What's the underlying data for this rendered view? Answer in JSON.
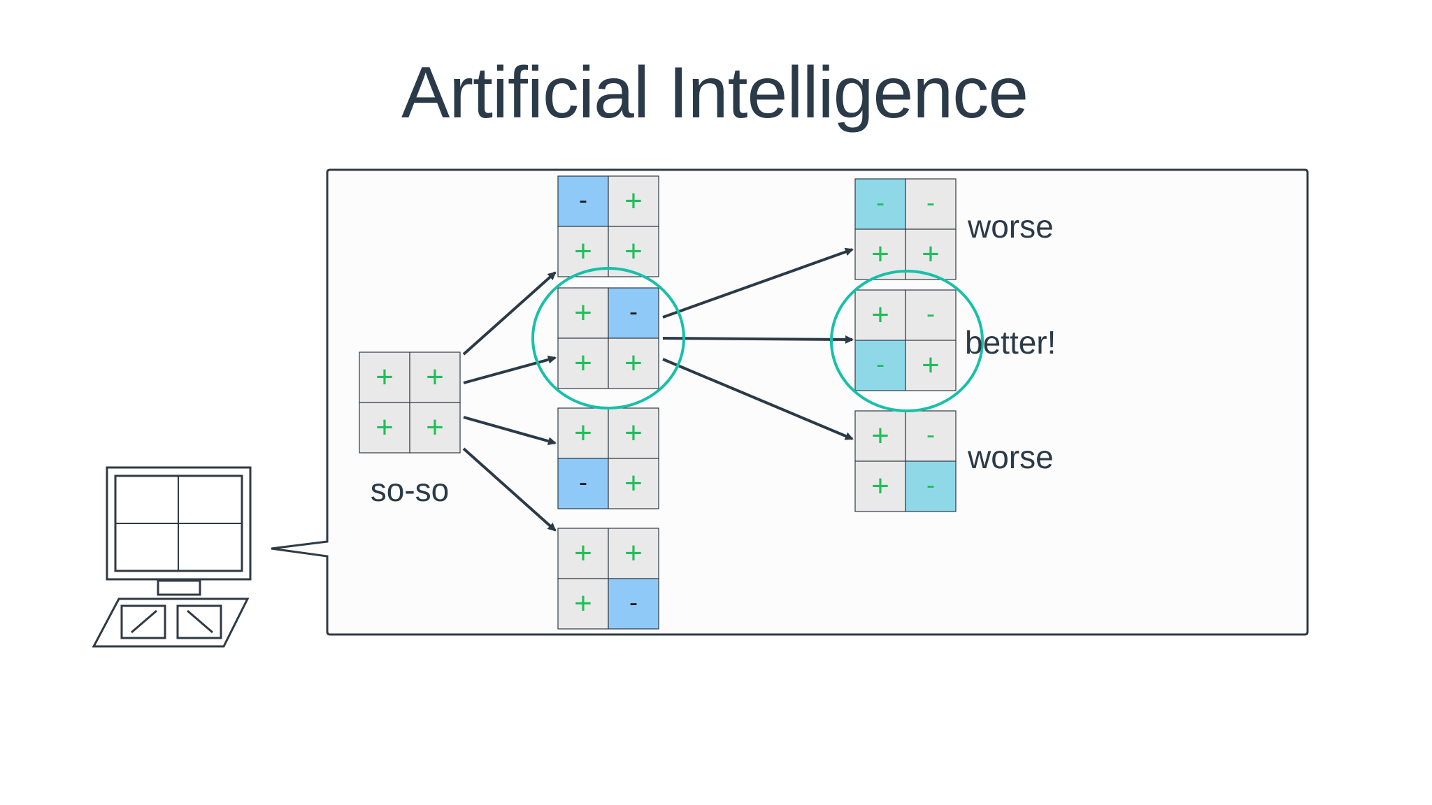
{
  "slide": {
    "title": "Artificial Intelligence"
  },
  "colors": {
    "text": "#2b3a48",
    "cell_bg": "#e9e9e9",
    "cell_border": "#2f3a44",
    "plus": "#1fbf5a",
    "highlight_blue": "#8ec9f7",
    "highlight_cyan": "#8fd8e8",
    "circle": "#17c0a8",
    "arrow": "#2b3a48"
  },
  "labels": {
    "start": "so-so",
    "result_top": "worse",
    "result_mid": "better!",
    "result_bottom": "worse"
  },
  "boards": [
    {
      "id": "start",
      "cells": [
        "+",
        "+",
        "+",
        "+"
      ],
      "highlight": []
    },
    {
      "id": "option-1",
      "cells": [
        "-",
        "+",
        "+",
        "+"
      ],
      "highlight": [
        0
      ]
    },
    {
      "id": "option-2",
      "cells": [
        "+",
        "-",
        "+",
        "+"
      ],
      "highlight": [
        1
      ],
      "circled": true
    },
    {
      "id": "option-3",
      "cells": [
        "+",
        "+",
        "-",
        "+"
      ],
      "highlight": [
        2
      ]
    },
    {
      "id": "option-4",
      "cells": [
        "+",
        "+",
        "+",
        "-"
      ],
      "highlight": [
        3
      ]
    },
    {
      "id": "result-1",
      "cells": [
        "-",
        "-",
        "+",
        "+"
      ],
      "highlight": [
        0
      ],
      "highlight_color": "cyan"
    },
    {
      "id": "result-2",
      "cells": [
        "+",
        "-",
        "-",
        "+"
      ],
      "highlight": [
        2
      ],
      "highlight_color": "cyan",
      "circled": true
    },
    {
      "id": "result-3",
      "cells": [
        "+",
        "-",
        "+",
        "-"
      ],
      "highlight": [
        3
      ],
      "highlight_color": "cyan"
    }
  ]
}
